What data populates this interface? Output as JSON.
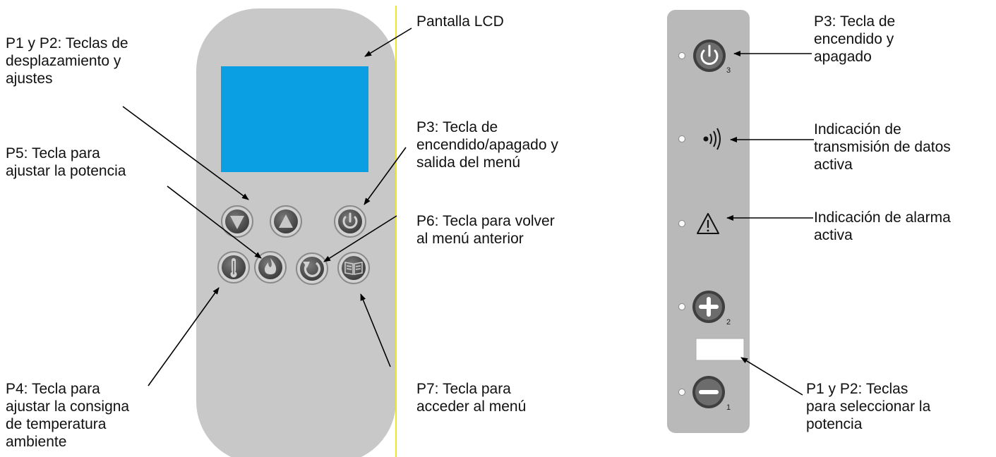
{
  "remote_labels": {
    "lcd": "Pantalla LCD",
    "scroll_keys": "P1 y P2: Teclas de\ndesplazamiento y\najustes",
    "power_key": "P5: Tecla para\najustar la potencia",
    "onoff_key": "P3: Tecla de\nencendido/apagado y\nsalida del menú",
    "back_key": "P6: Tecla para volver\nal menú anterior",
    "temp_key": "P4: Tecla para\najustar la consigna\nde temperatura\nambiente",
    "menu_key": "P7: Tecla para\nacceder al menú"
  },
  "panel_labels": {
    "onoff": "P3: Tecla de\nencendido y\napagado",
    "data_tx": "Indicación de\ntransmisión de datos\nactiva",
    "alarm": "Indicación de alarma\nactiva",
    "power_select": "P1 y P2: Teclas\npara seleccionar la\npotencia"
  },
  "panel_key_numbers": {
    "onoff": "3",
    "plus": "2",
    "minus": "1"
  },
  "colors": {
    "remote_body": "#c8c8c8",
    "lcd_screen": "#0a9fe3",
    "divider": "#f0e632",
    "panel_body": "#b9b9b9",
    "key_dark": "#4a4a4a"
  },
  "icons": {
    "down": "triangle-down-icon",
    "up": "triangle-up-icon",
    "power": "power-icon",
    "thermometer": "thermometer-icon",
    "flame": "flame-icon",
    "back": "return-arrow-icon",
    "menu": "book-icon",
    "signal": "signal-waves-icon",
    "alarm": "warning-triangle-icon",
    "plus": "plus-icon",
    "minus": "minus-icon"
  }
}
